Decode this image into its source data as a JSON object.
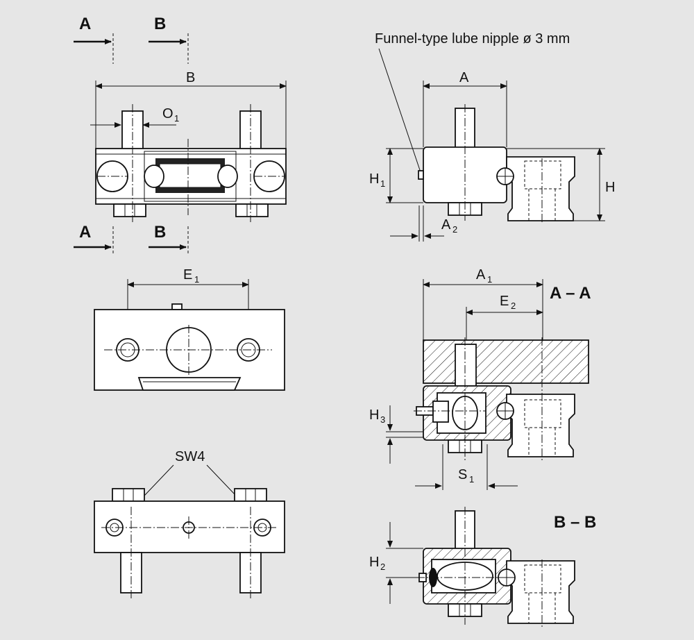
{
  "labels": {
    "section_a": "A",
    "section_b": "B",
    "dim_b": "B",
    "dim_o": "O",
    "dim_o_sub": "1",
    "dim_e": "E",
    "dim_e_sub": "1",
    "sw": "SW4",
    "lube": "Funnel-type lube nipple ø 3 mm",
    "dim_a": "A",
    "dim_h1": "H",
    "dim_h1_sub": "1",
    "dim_h": "H",
    "dim_a2": "A",
    "dim_a2_sub": "2",
    "dim_a1": "A",
    "dim_a1_sub": "1",
    "dim_e2": "E",
    "dim_e2_sub": "2",
    "section_aa": "A – A",
    "dim_h3": "H",
    "dim_h3_sub": "3",
    "dim_s1": "S",
    "dim_s1_sub": "1",
    "section_bb": "B – B",
    "dim_h2": "H",
    "dim_h2_sub": "2"
  }
}
